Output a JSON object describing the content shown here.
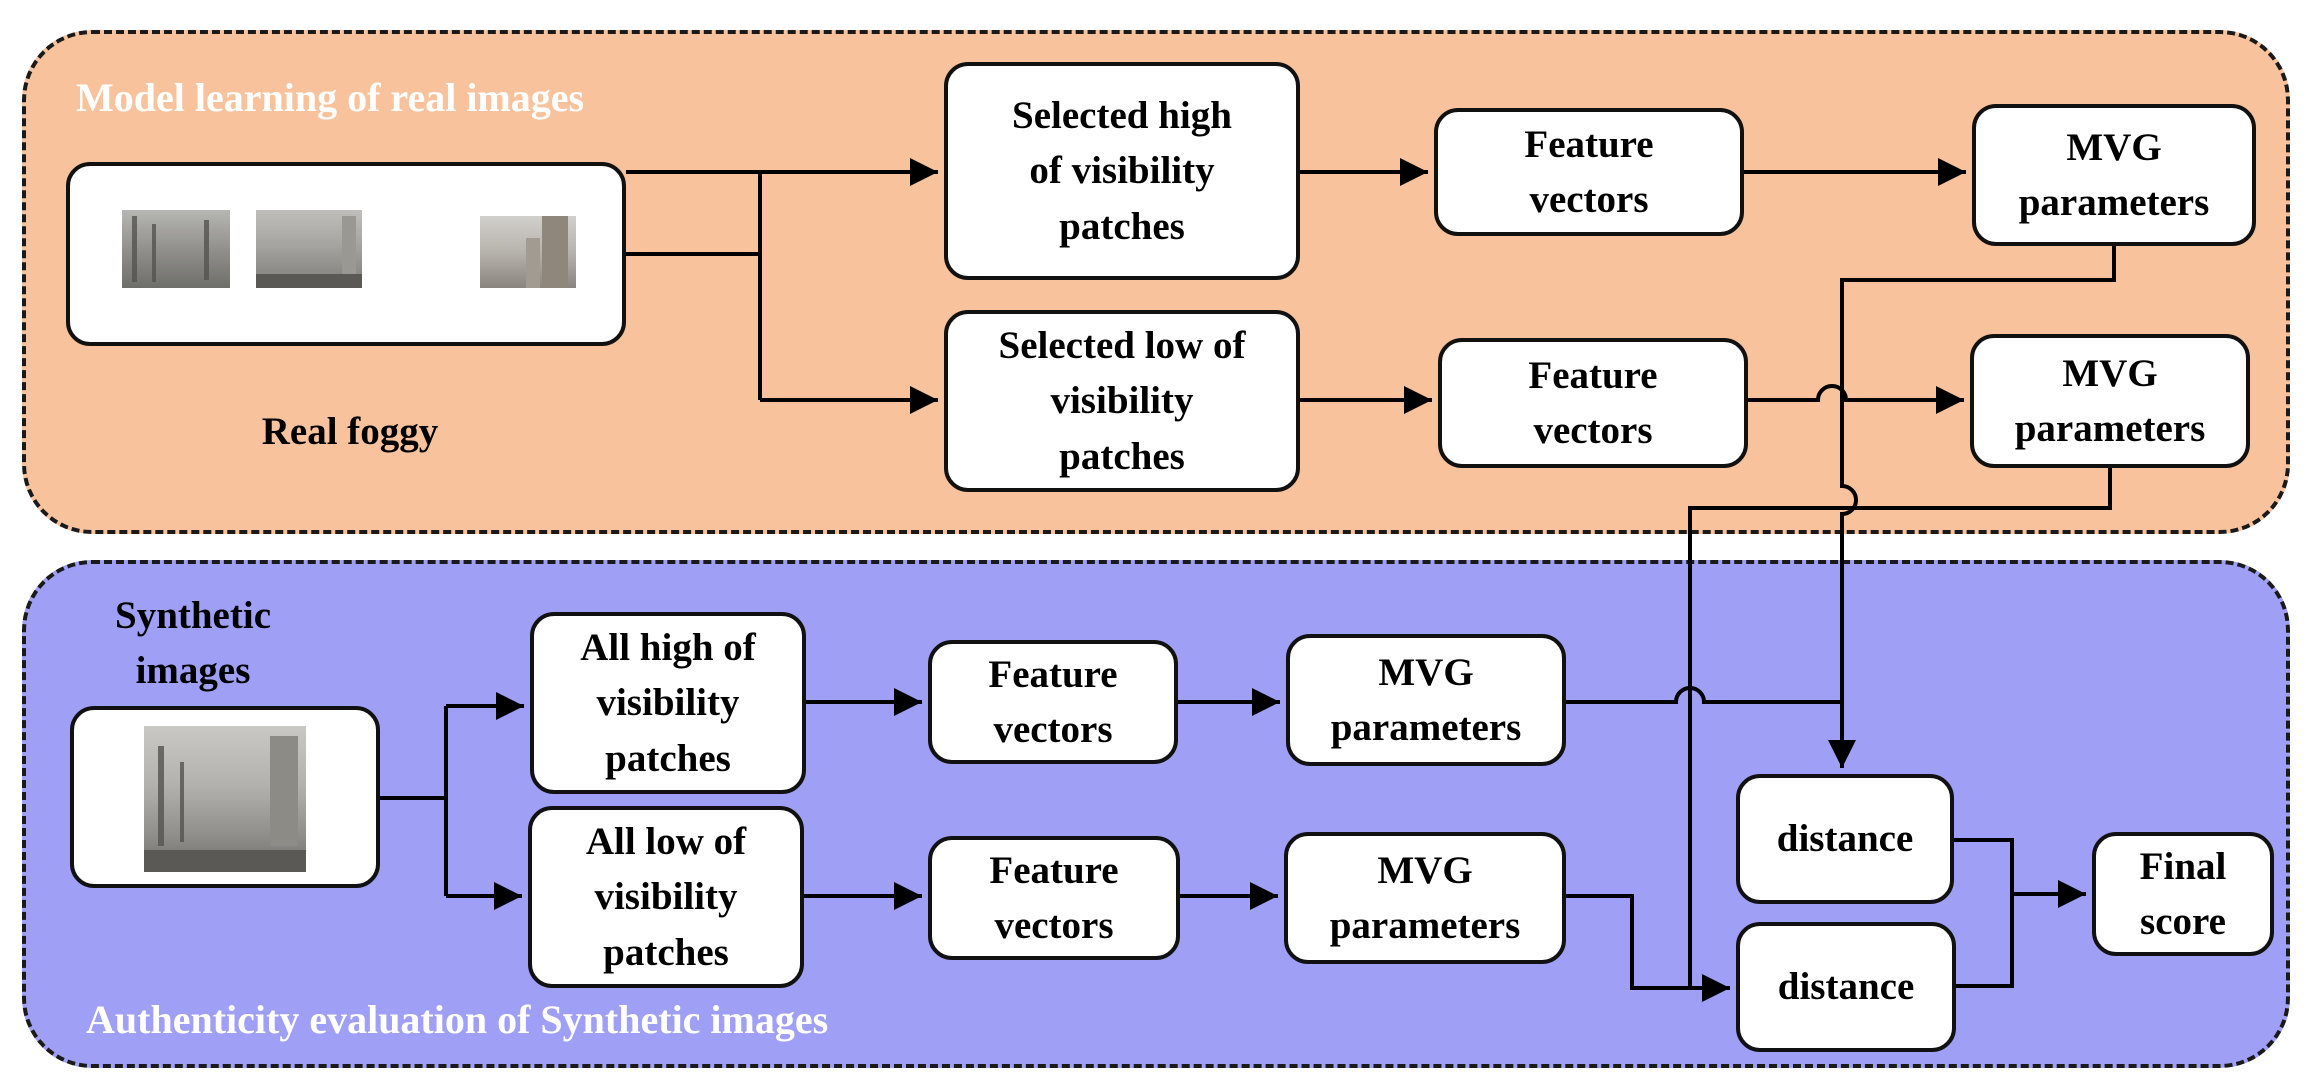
{
  "regions": {
    "top_title": "Model learning of real images",
    "bottom_title": "Authenticity evaluation of Synthetic images"
  },
  "labels": {
    "real_foggy": "Real foggy",
    "synthetic_images": "Synthetic\nimages"
  },
  "nodes": {
    "sel_high": "Selected high\nof visibility\npatches",
    "sel_low": "Selected low of\nvisibility\npatches",
    "fv_real_high": "Feature\nvectors",
    "fv_real_low": "Feature\nvectors",
    "mvg_real_high": "MVG\nparameters",
    "mvg_real_low": "MVG\nparameters",
    "all_high": "All high of\nvisibility\npatches",
    "all_low": "All low of\nvisibility\npatches",
    "fv_syn_high": "Feature\nvectors",
    "fv_syn_low": "Feature\nvectors",
    "mvg_syn_high": "MVG\nparameters",
    "mvg_syn_low": "MVG\nparameters",
    "distance_1": "distance",
    "distance_2": "distance",
    "final_score": "Final\nscore"
  },
  "colors": {
    "top_region_fill": "#f8c39c",
    "bottom_region_fill": "#9f9ff5",
    "line": "#000000"
  }
}
